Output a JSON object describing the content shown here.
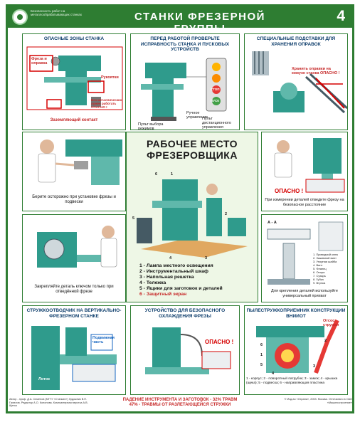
{
  "header": {
    "org": "Безопасность работ на металлообрабатывающих станках",
    "title": "СТАНКИ ФРЕЗЕРНОЙ ГРУППЫ",
    "sheet_number": "4"
  },
  "panels": {
    "danger_zones": {
      "title": "ОПАСНЫЕ ЗОНЫ СТАНКА",
      "labels": [
        "Фреза и оправка",
        "Рукоятки",
        "Без металлических лужен работать ОПАСНО !"
      ],
      "caption": "Заземляющий контакт"
    },
    "pre_check": {
      "title": "ПЕРЕД РАБОТОЙ ПРОВЕРЬТЕ ИСПРАВНОСТЬ СТАНКА И ПУСКОВЫХ УСТРОЙСТВ",
      "labels": [
        "Ручное управление",
        "Пульт выбора режимов",
        "Пульт дистанционного управления"
      ],
      "buttons": [
        "ПУСК",
        "СТОП"
      ]
    },
    "stands": {
      "title": "СПЕЦИАЛЬНЫЕ ПОДСТАВКИ ДЛЯ ХРАНЕНИЯ ОПРАВОК",
      "warning": "Хранить оправки на кожухе станка ОПАСНО !"
    },
    "cutter_install": {
      "caption": "Берите осторожно при установке фрезы и подвески"
    },
    "measurement": {
      "danger": "ОПАСНО !",
      "caption": "При измерении деталей отведите фрезу на безопасное расстояние"
    },
    "clamp_key": {
      "caption": "Закрепляйте деталь ключом только при отведённой фрезе"
    },
    "vise": {
      "labels": [
        "А - А",
        "1. Приводной ключ",
        "2. Зажимной винт",
        "3. Упорная шайба",
        "4. Винт",
        "5. Фланец",
        "6. Опора",
        "7. Сухарь",
        "8. Губка",
        "9. Втулка"
      ],
      "caption": "Для крепления деталей используйте универсальный прихват"
    },
    "chip_guard": {
      "title": "СТРУЖКООТВОДЧИК НА ВЕРТИКАЛЬНО-ФРЕЗЕРНОМ СТАНКЕ",
      "labels": [
        "Подвижная часть",
        "Лоток"
      ]
    },
    "coolant": {
      "title": "УСТРОЙСТВО ДЛЯ БЕЗОПАСНОГО ОХЛАЖДЕНИЯ ФРЕЗЫ",
      "danger": "ОПАСНО !"
    },
    "chip_receiver": {
      "title": "ПЫЛЕСТРУЖКОПРИЕМНИК КОНСТРУКЦИИ ВНИИОТ",
      "labels": [
        "Отсос стружки",
        "1",
        "2",
        "3",
        "4",
        "5",
        "6"
      ],
      "legend": "1 - корпус; 2 - поворотный патрубок; 3 - замок; 4 - крышка (щека); 5 - подвеска; 6 - направляющая пластина"
    }
  },
  "center": {
    "title_line1": "РАБОЧЕЕ МЕСТО",
    "title_line2": "ФРЕЗЕРОВЩИКА",
    "legend": [
      "1 - Лампа местного освещения",
      "2 - Инструментальный шкаф",
      "3 - Напольная решетка",
      "4 - Тележка",
      "5 - Ящики для заготовок и деталей",
      "6 - Защитный экран"
    ]
  },
  "footer": {
    "left": "Автор - проф. Д.А. Семенов (МГТУ «Станкин») Художник В.П. Галилов. Редактор А.О. Кононова. Компьютерная верстка А.В. Щетко",
    "mid_line1": "ПАДЕНИЕ ИНСТРУМЕНТА И ЗАГОТОВОК - 32% ТРАВМ",
    "mid_line2": "47% - ТРАВМЫ ОТ РАЗЛЕТАЮЩЕЙСЯ СТРУЖКИ",
    "right": "© Изд-во «Охрана», 2003. Москва. Отпечатано в ОАО «Машиностроение»"
  },
  "colors": {
    "frame": "#2e7d32",
    "machine": "#2f9b8c",
    "danger": "#d50000",
    "title_blue": "#0d3d6b"
  }
}
